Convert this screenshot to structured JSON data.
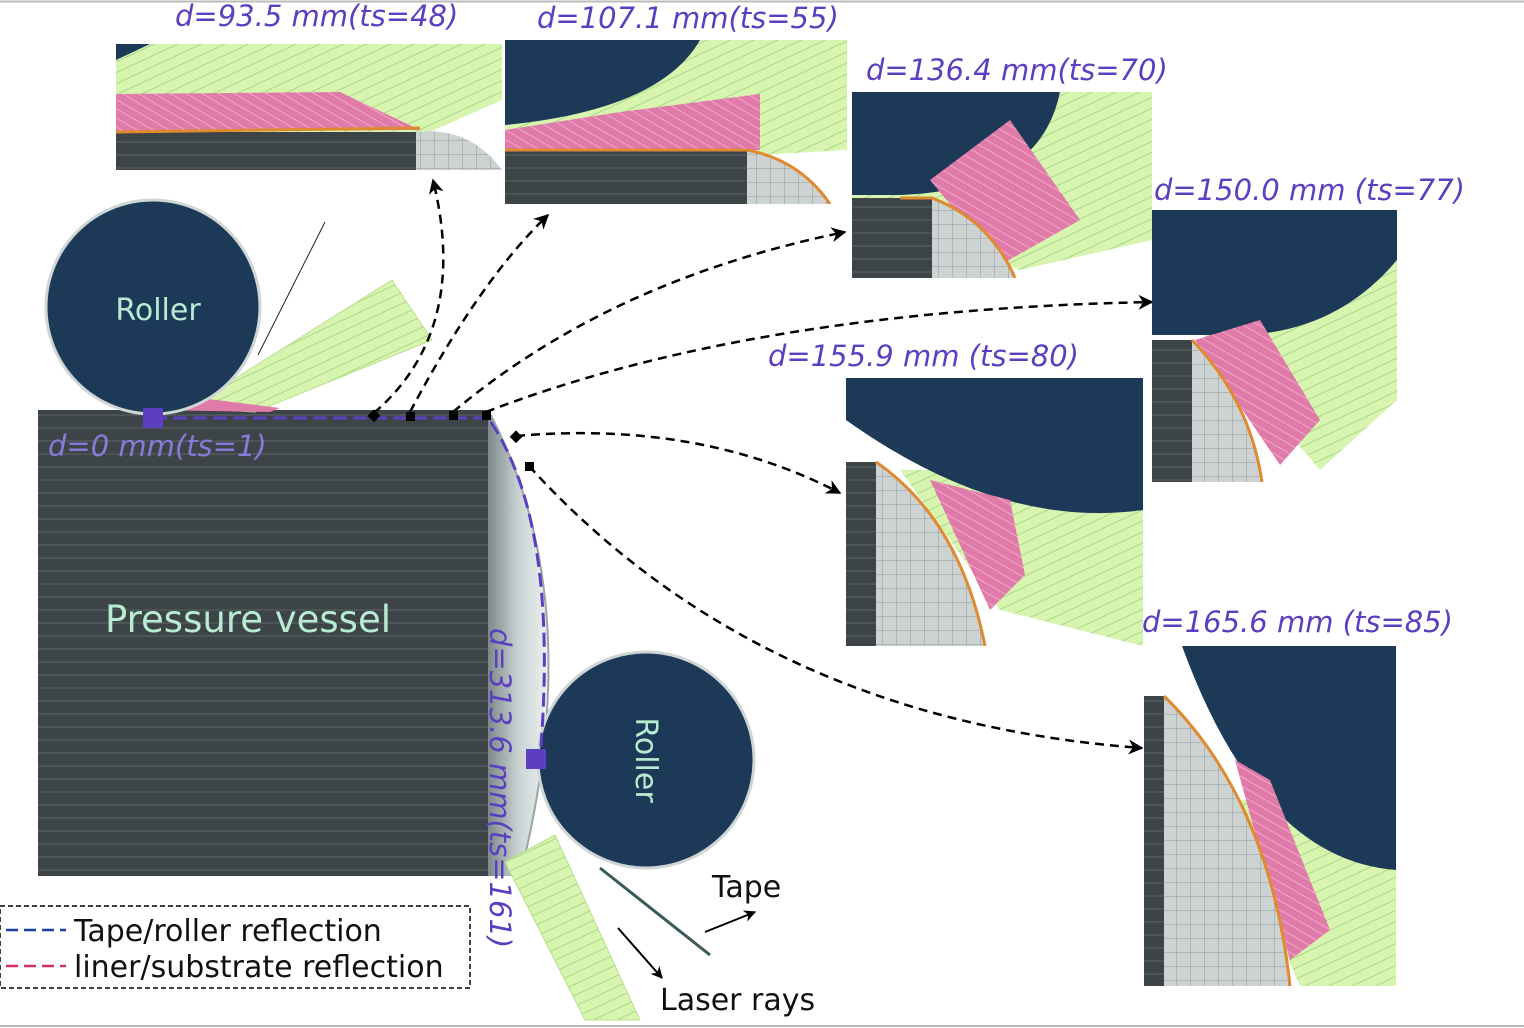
{
  "labels": {
    "roller_top": "Roller",
    "roller_bottom": "Roller",
    "vessel": "Pressure vessel",
    "start": "d=0 mm(ts=1)",
    "end": "d=313.6 mm(ts=161)",
    "tape": "Tape",
    "laser": "Laser rays"
  },
  "snapshots": [
    {
      "label": "d=93.5 mm(ts=48)"
    },
    {
      "label": "d=107.1 mm(ts=55)"
    },
    {
      "label": "d=136.4 mm(ts=70)"
    },
    {
      "label": "d=150.0 mm (ts=77)"
    },
    {
      "label": "d=155.9 mm (ts=80)"
    },
    {
      "label": "d=165.6 mm (ts=85)"
    }
  ],
  "legend": [
    {
      "label": "Tape/roller reflection",
      "color": "#1f3fa0"
    },
    {
      "label": "liner/substrate reflection",
      "color": "#d0306a"
    },
    {
      "label": "",
      "color": "#000000"
    }
  ],
  "colors": {
    "roller": "#1c3a57",
    "vessel": "#3d4448",
    "rays": "#d8f5b0",
    "substrate_reflection": "#e07aa8",
    "path": "#5b3fc0"
  }
}
